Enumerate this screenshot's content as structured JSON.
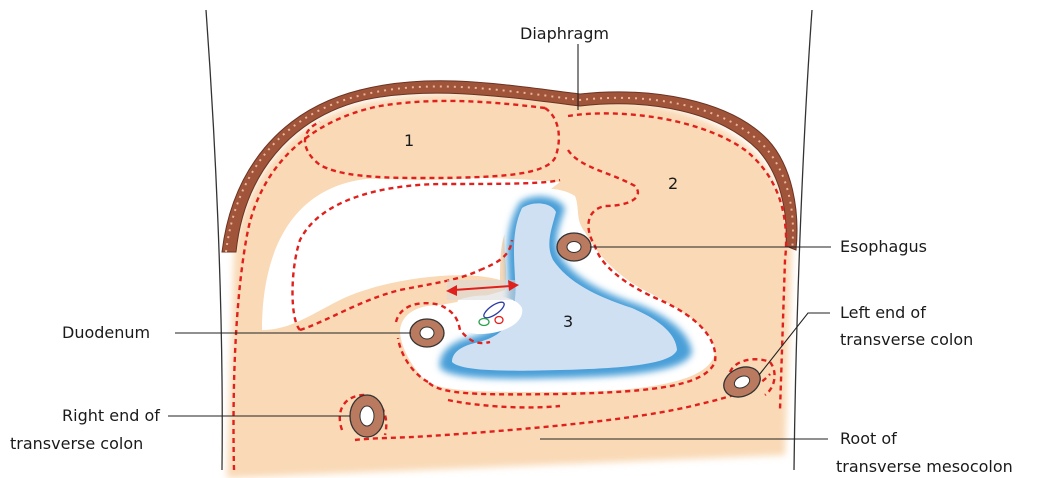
{
  "labels": {
    "diaphragm": "Diaphragm",
    "esophagus": "Esophagus",
    "left_end_line1": "Left end of",
    "left_end_line2": "transverse colon",
    "duodenum": "Duodenum",
    "right_end_line1": "Right end of",
    "right_end_line2": "transverse colon",
    "root_line1": "Root of",
    "root_line2": "transverse mesocolon"
  },
  "region_numbers": {
    "one": "1",
    "two": "2",
    "three": "3"
  },
  "colors": {
    "peritoneum": "#f9d9b6",
    "cavity": "#cfe0f3",
    "cavity_edge": "#4a9fd8",
    "dashed_line": "#e0201c",
    "diaphragm": "#a0543a",
    "organ": "#b97a5f",
    "arrow": "#e0201c",
    "leader": "#222222"
  }
}
